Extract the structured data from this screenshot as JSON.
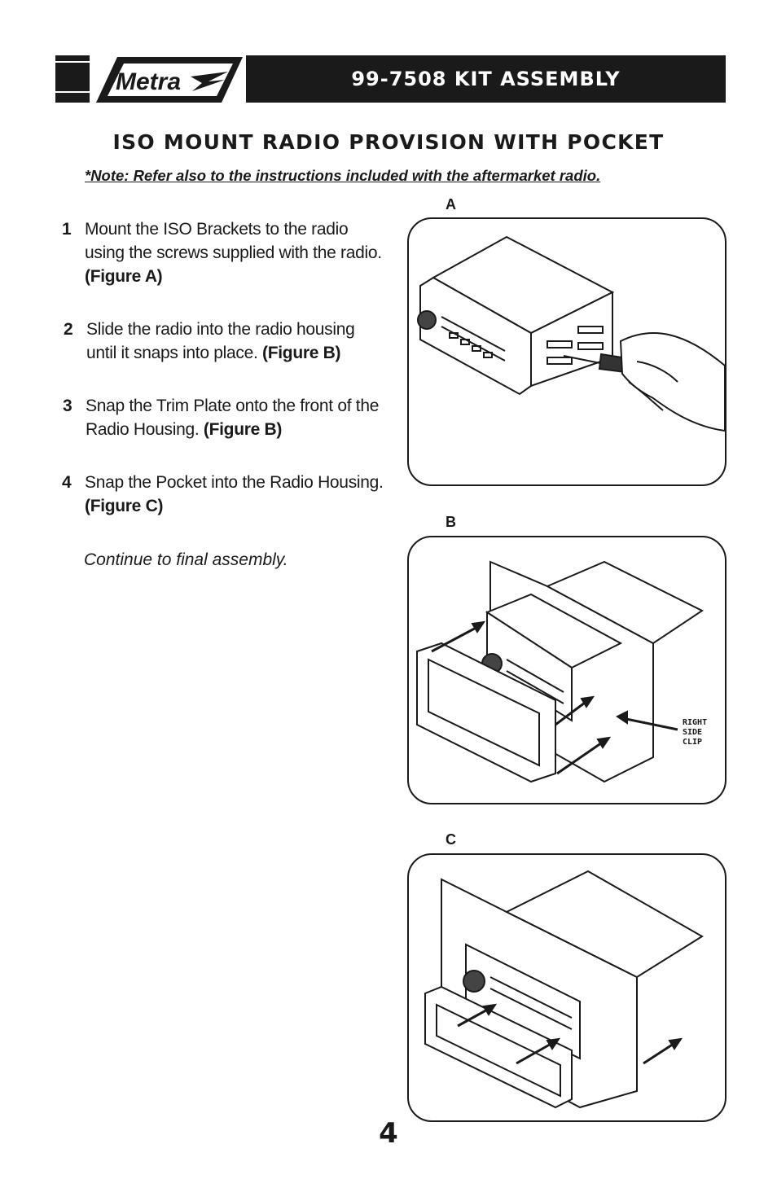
{
  "header": {
    "brand": "Metra",
    "title": "99-7508 KIT ASSEMBLY"
  },
  "section_title": "ISO MOUNT RADIO PROVISION WITH POCKET",
  "note": "*Note: Refer also to the instructions included with the aftermarket radio.",
  "steps": [
    {
      "num": "1",
      "text": "Mount the ISO Brackets to the radio using the screws supplied with the radio. ",
      "ref": "(Figure A)"
    },
    {
      "num": "2",
      "text": "Slide the radio into the radio housing until it snaps into place. ",
      "ref": "(Figure B)"
    },
    {
      "num": "3",
      "text": "Snap the Trim Plate onto the front of the Radio Housing. ",
      "ref": "(Figure B)"
    },
    {
      "num": "4",
      "text": "Snap the Pocket into the Radio Housing. ",
      "ref": "(Figure C)"
    }
  ],
  "continue": "Continue to final assembly.",
  "figures": [
    {
      "label": "A"
    },
    {
      "label": "B",
      "callout": [
        "RIGHT",
        "SIDE",
        "CLIP"
      ]
    },
    {
      "label": "C"
    }
  ],
  "page_number": "4"
}
